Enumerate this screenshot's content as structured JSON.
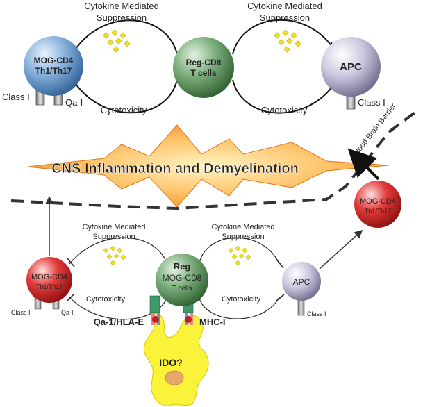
{
  "top_panel": {
    "left_cell": {
      "line1": "MOG-CD4",
      "line2": "Th1/Th17"
    },
    "center_cell": {
      "line1": "Reg-CD8",
      "line2": "T cells"
    },
    "right_cell": {
      "line1": "APC"
    },
    "suppression_left": {
      "line1": "Cytokine Mediated",
      "line2": "Suppression"
    },
    "suppression_right": {
      "line1": "Cytokine Mediated",
      "line2": "Suppression"
    },
    "cytotoxicity_left": "Cytotoxicity",
    "cytotoxicity_right": "Cytotoxicity",
    "receptor_class_i_left": "Class I",
    "receptor_qa_i": "Qa-I",
    "receptor_class_i_right": "Class I"
  },
  "banner": {
    "text": "CNS Inflammation and Demyelination"
  },
  "barrier": {
    "label": "Blood Brain Barrier"
  },
  "bottom_panel": {
    "left_cell": {
      "line1": "MOG-CD4",
      "line2": "Th1/Th17"
    },
    "center_cell": {
      "line1": "Reg",
      "line2": "MOG-CD8",
      "line3": "T cells"
    },
    "right_cell": {
      "line1": "APC"
    },
    "migrating_cell": {
      "line1": "MOG-CD4",
      "line2": "Th1/Th17"
    },
    "suppression_left": {
      "line1": "Cytokine Mediated",
      "line2": "Suppression"
    },
    "suppression_right": {
      "line1": "Cytokine Mediated",
      "line2": "Suppression"
    },
    "cytotoxicity_left": "Cytotoxicity",
    "cytotoxicity_right": "Cytotoxicity",
    "receptor_class_i_left": "Class I",
    "receptor_qa_i": "Qa-I",
    "receptor_class_i_right": "Class I",
    "molecule_qa1": "Qa-1/HLA-E",
    "molecule_mhc": "MHC-I",
    "ido_label": "IDO?"
  },
  "colors": {
    "mog_top": "#8ab4dc",
    "reg": "#5f9a5f",
    "apc": "#c9c7de",
    "mog_bottom": "#e33b3b",
    "cytokine": "#f2e21f",
    "dendritic": "#fbf33a",
    "nucleus": "#e6a86a"
  }
}
